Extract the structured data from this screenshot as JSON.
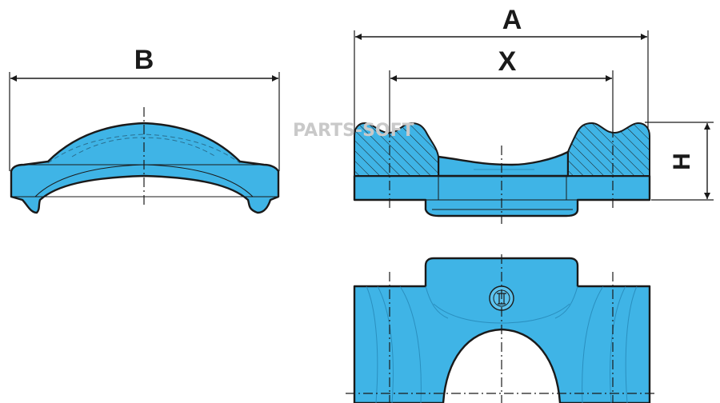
{
  "diagram": {
    "watermark": "PARTS-SOFT",
    "dimensions": {
      "B": "B",
      "A": "A",
      "X": "X",
      "H": "H"
    },
    "colors": {
      "part_fill": "#3fb4e6",
      "outline": "#1a1a1a",
      "watermark": "#c9c9c9"
    },
    "views": [
      "front-view",
      "side-view-section",
      "top-view"
    ]
  }
}
